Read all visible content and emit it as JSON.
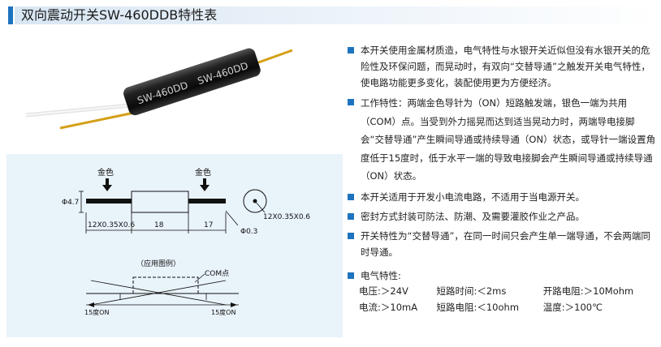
{
  "header": {
    "title": "双向震动开关SW-460DDB特性表"
  },
  "photo": {
    "part_marking": "SW-460DD"
  },
  "diagram": {
    "gold_label": "金色",
    "diameter_label": "Φ4.7",
    "cross_section_label": "12X0.35X0.6",
    "lead_diameter_label": "Φ0.3",
    "dimensions": [
      "12X0.35X0.6",
      "18",
      "17"
    ],
    "application_label": "（应用图例）",
    "com_label": "COM点",
    "angle_label": "15度ON"
  },
  "bullets": [
    "本开关使用金属材质造，电气特性与水银开关近似但没有水银开关的危险性及环保问题，而晃动时，有双向“交替导通”之触发开关电气特性，使电路功能更多变化，装配使用更为方便经济。",
    "工作特性：两端金色导针为（ON）短路触发端，银色一端为共用（COM）点。当受到外力摇晃而达到适当晃动力时，两端导电接脚会“交替导通”产生瞬间导通或持续导通（ON）状态，或导针一端设置角度低于15度时，低于水平一端的导致电接脚会产生瞬间导通或持续导通（ON）状态。",
    "本开关适用于开发小电流电路，不适用于当电源开关。",
    "密封方式封装可防法、防潮、及需要灌胶作业之产品。",
    "开关特性为“交替导通”，在同一时间只会产生单一端导通，不会两端同时导通。"
  ],
  "electrical": {
    "title": "电气特性:",
    "rows": [
      [
        "电压:＞24V",
        "短路时间:＜2ms",
        "开路电阻:＞10Mohm"
      ],
      [
        "电流:＞10mA",
        "短路电阻:＜10ohm",
        "温度:＞100℃"
      ]
    ]
  }
}
